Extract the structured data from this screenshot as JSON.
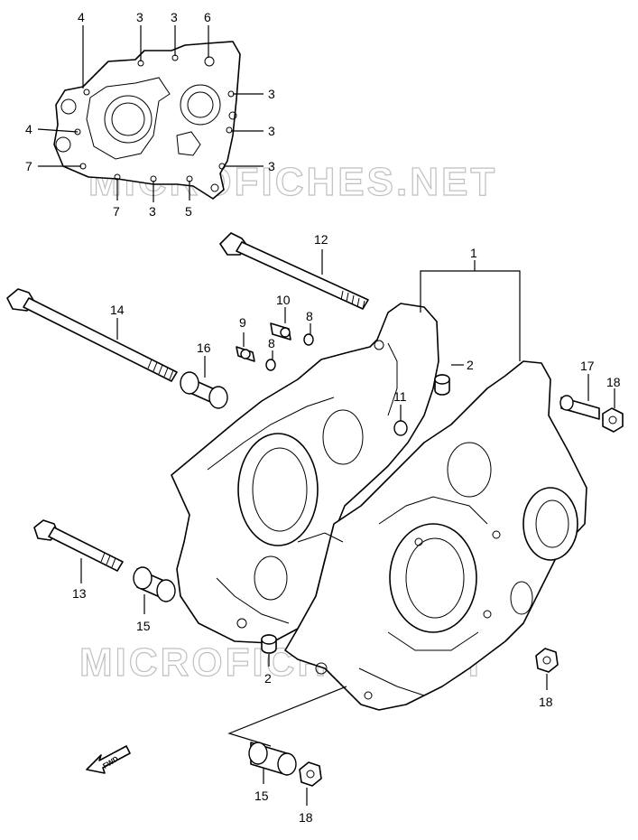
{
  "watermark": "MICROFICHES.NET",
  "fwd_label": "FWD",
  "callouts": {
    "top_3a": "3",
    "top_3b": "3",
    "top_6": "6",
    "top_4a": "4",
    "right_3a": "3",
    "right_3b": "3",
    "right_3c": "3",
    "left_4b": "4",
    "left_7a": "7",
    "bottom_7b": "7",
    "bottom_3": "3",
    "bottom_5": "5",
    "p1": "1",
    "p2a": "2",
    "p2b": "2",
    "p8a": "8",
    "p8b": "8",
    "p9": "9",
    "p10": "10",
    "p11": "11",
    "p12": "12",
    "p13": "13",
    "p14": "14",
    "p15a": "15",
    "p15b": "15",
    "p16": "16",
    "p17": "17",
    "p18a": "18",
    "p18b": "18",
    "p18c": "18"
  }
}
